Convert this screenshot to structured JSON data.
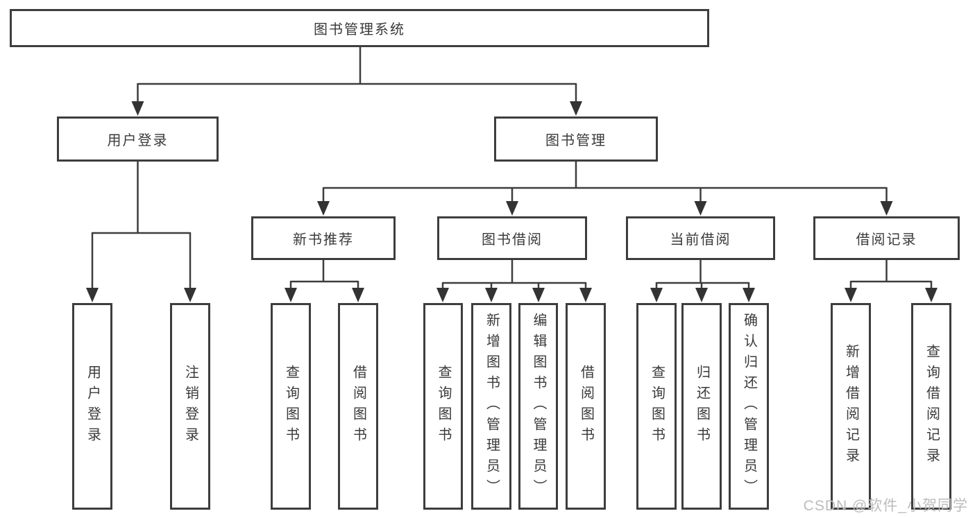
{
  "diagram": {
    "root": {
      "label": "图书管理系统"
    },
    "level2": [
      {
        "label": "用户登录",
        "children": [
          {
            "label": "用户登录"
          },
          {
            "label": "注销登录"
          }
        ]
      },
      {
        "label": "图书管理",
        "children": [
          {
            "label": "新书推荐",
            "children": [
              {
                "label": "查询图书"
              },
              {
                "label": "借阅图书"
              }
            ]
          },
          {
            "label": "图书借阅",
            "children": [
              {
                "label": "查询图书"
              },
              {
                "label": "新增图书（管理员）"
              },
              {
                "label": "编辑图书（管理员）"
              },
              {
                "label": "借阅图书"
              }
            ]
          },
          {
            "label": "当前借阅",
            "children": [
              {
                "label": "查询图书"
              },
              {
                "label": "归还图书"
              },
              {
                "label": "确认归还（管理员）"
              }
            ]
          },
          {
            "label": "借阅记录",
            "children": [
              {
                "label": "新增借阅记录"
              },
              {
                "label": "查询借阅记录"
              }
            ]
          }
        ]
      }
    ]
  },
  "watermark": "CSDN @软件_小贺同学",
  "colors": {
    "line": "#3d3d3d",
    "border": "#3d3d3d",
    "text": "#3a3a3a",
    "watermark": "#bcbcbc",
    "background": "#ffffff"
  }
}
